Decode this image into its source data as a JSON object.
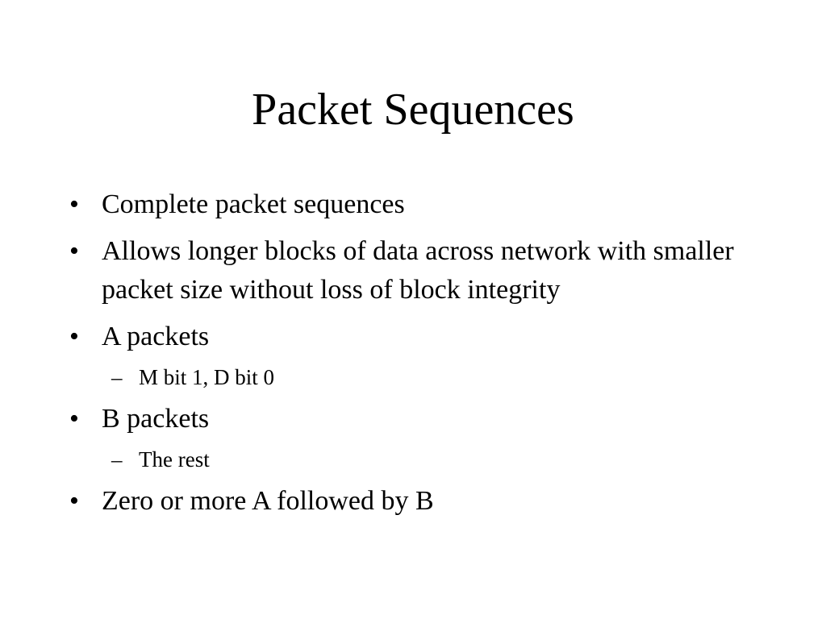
{
  "slide": {
    "title": "Packet Sequences",
    "bullet_glyph": "•",
    "dash_glyph": "–",
    "items": [
      {
        "text": "Complete packet sequences"
      },
      {
        "text": "Allows longer blocks of data across network with smaller packet size without loss of block integrity"
      },
      {
        "text": "A packets",
        "sub": "M bit 1, D bit 0"
      },
      {
        "text": "B packets",
        "sub": "The rest"
      },
      {
        "text": "Zero or more A followed by B"
      }
    ]
  }
}
